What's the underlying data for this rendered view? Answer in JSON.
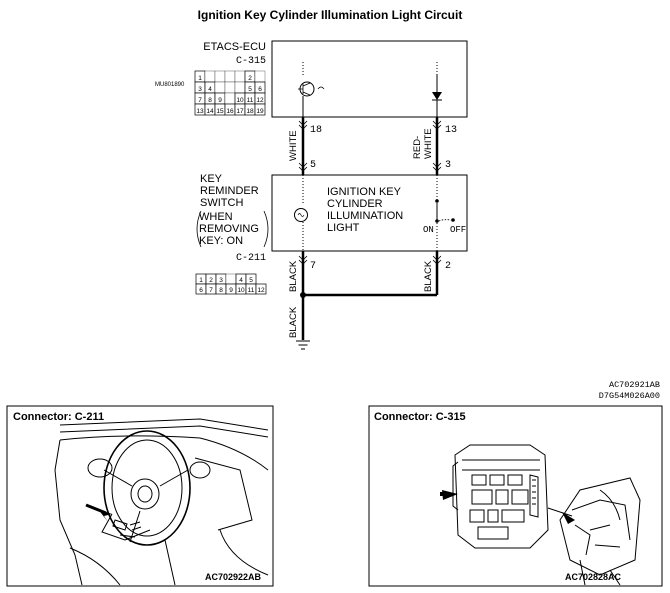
{
  "title": "Ignition Key Cylinder Illumination Light Circuit",
  "etacs": {
    "name": "ETACS-ECU",
    "connector": "C-315",
    "part_code": "MU801890",
    "pin_rows": [
      [
        "1",
        "",
        "",
        "",
        "",
        "2",
        ""
      ],
      [
        "3",
        "4",
        "",
        "",
        "",
        "5",
        "6"
      ],
      [
        "7",
        "8",
        "9",
        "",
        "10",
        "11",
        "12"
      ],
      [
        "13",
        "14",
        "15",
        "16",
        "17",
        "18",
        "19"
      ]
    ]
  },
  "wires_upper": {
    "left": {
      "color": "WHITE",
      "pin_top": "18",
      "pin_bottom": "5"
    },
    "right": {
      "color_line1": "RED-",
      "color_line2": "WHITE",
      "pin_top": "13",
      "pin_bottom": "3"
    }
  },
  "switch": {
    "label_lines": [
      "KEY",
      "REMINDER",
      "SWITCH"
    ],
    "note_lines": [
      "WHEN",
      "REMOVING",
      "KEY: ON"
    ],
    "connector": "C-211",
    "pin_rows": [
      [
        "1",
        "2",
        "3",
        "",
        "4",
        "5"
      ],
      [
        "6",
        "7",
        "8",
        "9",
        "10",
        "11",
        "12"
      ]
    ],
    "light_lines": [
      "IGNITION KEY",
      "CYLINDER",
      "ILLUMINATION",
      "LIGHT"
    ],
    "on_label": "ON",
    "off_label": "OFF"
  },
  "wires_lower": {
    "left": {
      "color": "BLACK",
      "pin": "7"
    },
    "right": {
      "color": "BLACK",
      "pin": "2"
    },
    "ground": {
      "color": "BLACK"
    }
  },
  "codes": {
    "code1": "AC702921AB",
    "code2": "D7G54M026A00"
  },
  "panel_left": {
    "title": "Connector: C-211",
    "code": "AC702922AB"
  },
  "panel_right": {
    "title": "Connector: C-315",
    "code": "AC702828AC"
  }
}
